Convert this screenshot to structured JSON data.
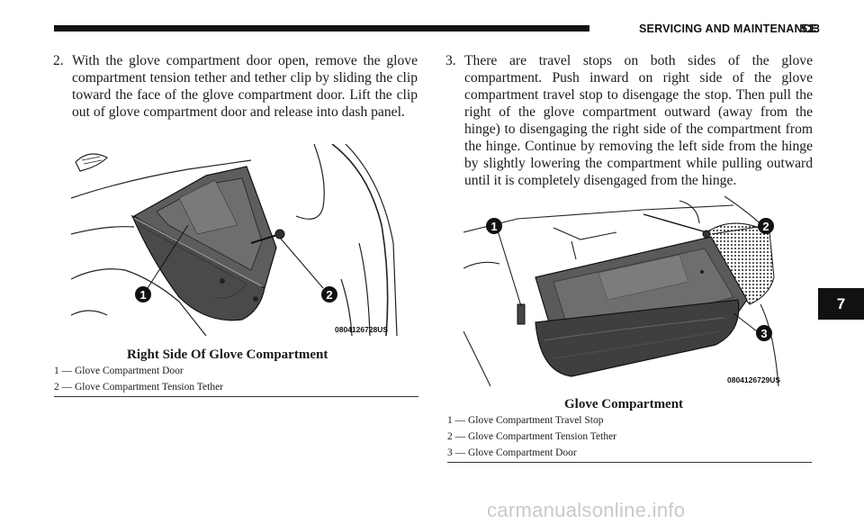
{
  "header": {
    "title": "SERVICING AND MAINTENANCE",
    "page_number": "513"
  },
  "chapter_tab": "7",
  "left_column": {
    "step": {
      "number": "2.",
      "text": "With the glove compartment door open, remove the glove compartment tension tether and tether clip by sliding the clip toward the face of the glove compartment door. Lift the clip out of glove compartment door and release into dash panel."
    },
    "figure": {
      "code": "0804126728US",
      "callouts": [
        "1",
        "2"
      ],
      "caption": "Right Side Of Glove Compartment",
      "legend": [
        "1 — Glove Compartment Door",
        "2 — Glove Compartment Tension Tether"
      ]
    }
  },
  "right_column": {
    "step": {
      "number": "3.",
      "text": "There are travel stops on both sides of the glove compartment. Push inward on right side of the glove compartment travel stop to disengage the stop. Then pull the right of the glove compartment outward (away from the hinge) to disengaging the right side of the compartment from the hinge. Continue by removing the left side from the hinge by slightly lowering the compartment while pulling outward until it is completely disengaged from the hinge."
    },
    "figure": {
      "code": "0804126729US",
      "callouts": [
        "1",
        "2",
        "3"
      ],
      "caption": "Glove Compartment",
      "legend": [
        "1 — Glove Compartment Travel Stop",
        "2 — Glove Compartment Tension Tether",
        "3 — Glove Compartment Door"
      ]
    }
  },
  "watermark": "carmanualsonline.info"
}
